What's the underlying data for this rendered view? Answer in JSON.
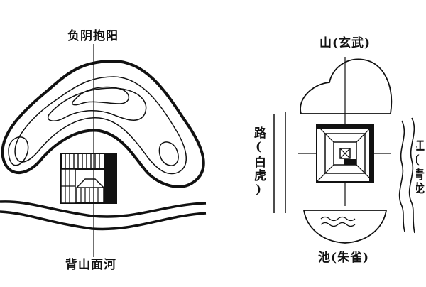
{
  "left_diagram": {
    "top_label": "负阴抱阳",
    "bottom_label": "背山面河"
  },
  "right_diagram": {
    "north_label": "山(玄武)",
    "west_label": "路(白虎)",
    "south_label": "池(朱雀)",
    "east_label_partial": "江(青龙"
  },
  "colors": {
    "ink": "#111111",
    "paper": "#ffffff"
  }
}
